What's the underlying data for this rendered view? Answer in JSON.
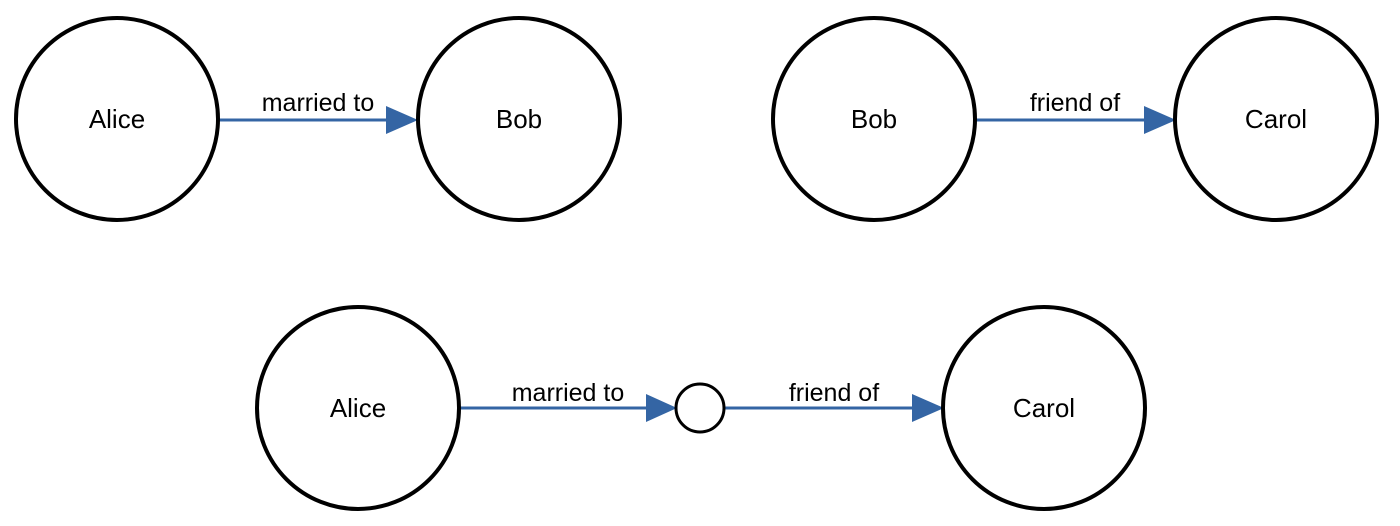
{
  "colors": {
    "edge": "#3465a4",
    "node_stroke": "#000000",
    "node_fill": "#ffffff",
    "text": "#000000"
  },
  "diagrams": [
    {
      "nodes": [
        {
          "label": "Alice"
        },
        {
          "label": "Bob"
        }
      ],
      "edges": [
        {
          "label": "married to",
          "from": 0,
          "to": 1
        }
      ]
    },
    {
      "nodes": [
        {
          "label": "Bob"
        },
        {
          "label": "Carol"
        }
      ],
      "edges": [
        {
          "label": "friend of",
          "from": 0,
          "to": 1
        }
      ]
    },
    {
      "nodes": [
        {
          "label": "Alice"
        },
        {
          "label": ""
        },
        {
          "label": "Carol"
        }
      ],
      "edges": [
        {
          "label": "married to",
          "from": 0,
          "to": 1
        },
        {
          "label": "friend of",
          "from": 1,
          "to": 2
        }
      ]
    }
  ]
}
